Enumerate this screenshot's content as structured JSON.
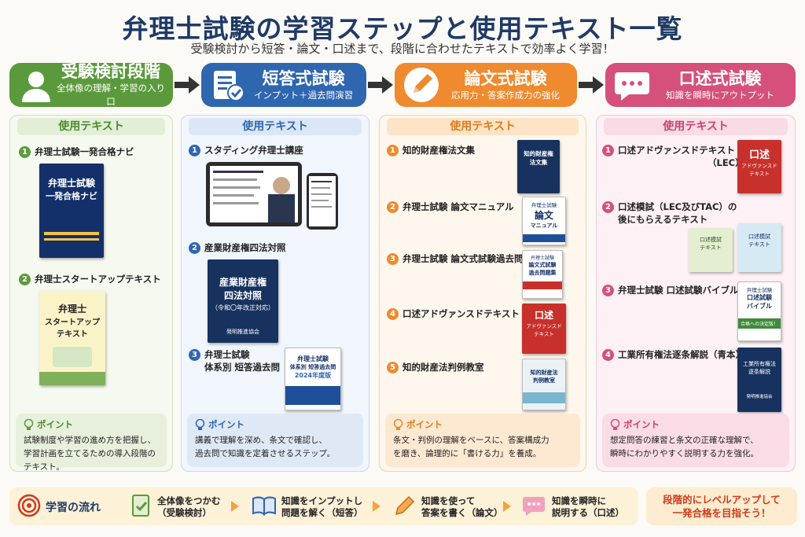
{
  "header": {
    "title": "弁理士試験の学習ステップと使用テキスト一覧",
    "subtitle": "受験検討から短答・論文・口述まで、段階に合わせたテキストで効率よく学習！"
  },
  "stages": [
    {
      "name": "受験検討段階",
      "desc": "全体像の理解・学習の入り口",
      "color": "#5b9a3c",
      "icon": "person-icon"
    },
    {
      "name": "短答式試験",
      "desc": "インプット＋過去問演習",
      "color": "#2f66b0",
      "icon": "book-check-icon"
    },
    {
      "name": "論文式試験",
      "desc": "応用力・答案作成力の強化",
      "color": "#ef8a2e",
      "icon": "pencil-icon"
    },
    {
      "name": "口述式試験",
      "desc": "知識を瞬時にアウトプット",
      "color": "#d5507a",
      "icon": "speech-bubble-icon"
    }
  ],
  "columns": {
    "heading": "使用テキスト",
    "stage1": {
      "items": [
        {
          "num": "1",
          "label": "弁理士試験一発合格ナビ"
        },
        {
          "num": "2",
          "label": "弁理士スタートアップテキスト"
        }
      ],
      "books": {
        "b1_title": "弁理士試験",
        "b1_title2": "一発合格ナビ",
        "b2_title": "弁理士",
        "b2_title2": "スタートアップ",
        "b2_title3": "テキスト"
      },
      "point_label": "ポイント",
      "point_text1": "試験制度や学習の進め方を把握し、",
      "point_text2": "学習計画を立てるための導入段階のテキスト。"
    },
    "stage2": {
      "items": [
        {
          "num": "1",
          "label": "スタディング弁理士講座"
        },
        {
          "num": "2",
          "label": "産業財産権四法対照"
        },
        {
          "num": "3",
          "label": "弁理士試験"
        },
        {
          "num": "",
          "label": "体系別 短答過去問"
        }
      ],
      "books": {
        "b1_title": "産業財産権",
        "b1_title2": "四法対照",
        "b1_sub": "（令和〇年改正対応）",
        "b1_pub": "発明推進協会",
        "b2_title": "弁理士試験",
        "b2_title2": "体系別 短答過去問",
        "b2_year": "2024年度版"
      },
      "point_label": "ポイント",
      "point_text1": "講義で理解を深め、条文で確認し、",
      "point_text2": "過去問で知識を定着させるステップ。"
    },
    "stage3": {
      "items": [
        {
          "num": "1",
          "label": "知的財産権法文集"
        },
        {
          "num": "2",
          "label": "弁理士試験  論文マニュアル"
        },
        {
          "num": "3",
          "label": "弁理士試験 論文式試験過去問題集"
        },
        {
          "num": "4",
          "label": "口述アドヴァンスドテキスト（LEC）"
        },
        {
          "num": "5",
          "label": "知的財産法判例教室"
        }
      ],
      "books": {
        "b1_title": "知的財産権",
        "b1_title2": "法文集",
        "b2_top": "弁理士試験",
        "b2_title": "論文",
        "b2_title2": "マニュアル",
        "b3_top": "弁理士試験",
        "b3_title": "論文式試験",
        "b3_title2": "過去問題集",
        "b4_title": "口述",
        "b4_title2": "アドヴァンスド",
        "b4_title3": "テキスト",
        "b5_title": "知的財産法",
        "b5_title2": "判例教室"
      },
      "point_label": "ポイント",
      "point_text1": "条文・判例の理解をベースに、答案構成力",
      "point_text2": "を磨き、論理的に「書ける力」を養成。"
    },
    "stage4": {
      "items": [
        {
          "num": "1",
          "label": "口述アドヴァンスドテキスト"
        },
        {
          "num": "",
          "label": "（LEC）"
        },
        {
          "num": "2",
          "label": "口述模試（LEC及びTAC）の"
        },
        {
          "num": "",
          "label": "後にもらえるテキスト"
        },
        {
          "num": "3",
          "label": "弁理士試験  口述試験バイブル"
        },
        {
          "num": "4",
          "label": "工業所有権法逐条解説（青本）"
        }
      ],
      "books": {
        "b1_title": "口述",
        "b1_title2": "アドヴァンスド",
        "b1_title3": "テキスト",
        "b2_title": "口述模試",
        "b2_title2": "テキスト",
        "b3_title": "口述模試",
        "b3_title2": "テキスト",
        "b4_top": "弁理士試験",
        "b4_title": "口述試験",
        "b4_title2": "バイブル",
        "b4_band": "合格への決定版！",
        "b5_title": "工業所有権法",
        "b5_title2": "逐条解説",
        "b5_pub": "発明推進協会"
      },
      "point_label": "ポイント",
      "point_text1": "想定問答の練習と条文の正確な理解で、",
      "point_text2": "瞬時にわかりやすく説明する力を強化。"
    }
  },
  "flow": {
    "label": "学習の流れ",
    "steps": [
      {
        "line1": "全体像をつかむ",
        "line2": "（受験検討）"
      },
      {
        "line1": "知識をインプットし",
        "line2": "問題を解く（短答）"
      },
      {
        "line1": "知識を使って",
        "line2": "答案を書く（論文）"
      },
      {
        "line1": "知識を瞬時に",
        "line2": "説明する（口述）"
      }
    ],
    "goal_line1": "段階的にレベルアップして",
    "goal_line2": "一発合格を目指そう！"
  }
}
